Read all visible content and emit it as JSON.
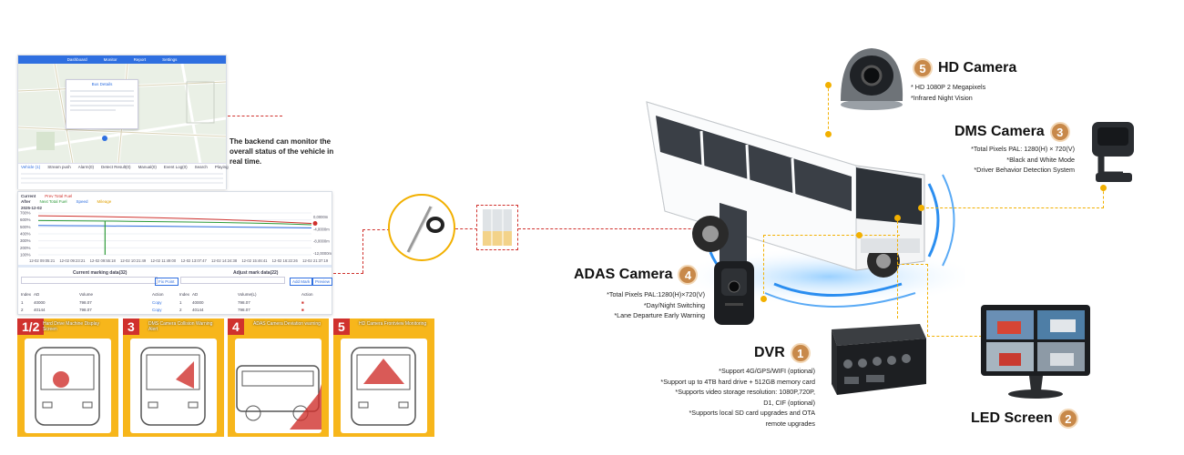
{
  "backend_note": "The backend can monitor the overall status of the vehicle in real time.",
  "map_panel": {
    "tabs": [
      "Dashboard",
      "Monitor",
      "Report",
      "Settings"
    ],
    "popup_title": "Bus Details",
    "table_tabs": [
      "Vehicle (1)",
      "Stream push",
      "Alarm(0)",
      "Detect Result(0)",
      "Manual(0)",
      "Event Log(0)"
    ],
    "table_actions": [
      "Search",
      "Playing"
    ]
  },
  "chart_panel": {
    "legend_current": "Current",
    "legend_after": "After",
    "date": "2025-12-02",
    "series_labels": [
      "Prev Total Fuel",
      "Next Total Fuel",
      "Speed",
      "Mileage"
    ],
    "left_section": "Current marking data(32)",
    "right_section": "Adjust mark data(22)",
    "left_buttons": [
      "Fix Point"
    ],
    "right_buttons": [
      "Add Mark",
      "Preview"
    ],
    "columns_left": [
      "Index",
      "AD",
      "Volume",
      "Action"
    ],
    "columns_right": [
      "Index",
      "AD",
      "Volume(L)",
      "Action"
    ],
    "rows": [
      {
        "index": "1",
        "ad": "40000",
        "volume": "798.07",
        "action": "Copy"
      },
      {
        "index": "2",
        "ad": "40144",
        "volume": "798.07",
        "action": "Copy"
      }
    ],
    "chart_data": {
      "type": "line",
      "title": "",
      "x": [
        "12-02 09:05:21",
        "12-02 09:23:21",
        "12-02 09:55:18",
        "12-02 10:21:49",
        "12-02 11:49:00",
        "12-02 13:07:47",
        "12-02 14:24:38",
        "12-02 15:46:41",
        "12-02 16:22:26",
        "12-02 21:37:19"
      ],
      "ylim": [
        100,
        700
      ],
      "y_ticks": [
        "700%",
        "600%",
        "500%",
        "400%",
        "300%",
        "200%",
        "100%"
      ],
      "right_ticks": [
        "0,0000m",
        "-4,0000m",
        "-8,0000m",
        "-12,0000m"
      ],
      "series": [
        {
          "name": "Prev Total Fuel",
          "values": [
            660,
            655,
            648,
            640,
            630,
            618,
            605,
            590,
            570,
            550
          ]
        },
        {
          "name": "Next Total Fuel",
          "values": [
            590,
            588,
            585,
            580,
            575,
            570,
            563,
            555,
            545,
            530
          ]
        },
        {
          "name": "Speed",
          "values": [
            520,
            518,
            515,
            512,
            510,
            505,
            500,
            495,
            490,
            485
          ]
        }
      ]
    }
  },
  "tiles": [
    {
      "num": "1/2",
      "caption": "Hard Drive Machine Display Screen"
    },
    {
      "num": "3",
      "caption": "DMS Camera Collision Warning Alert"
    },
    {
      "num": "4",
      "caption": "ADAS Camera Deviation warning"
    },
    {
      "num": "5",
      "caption": "HD Camera Frontview Monitoring"
    }
  ],
  "products": {
    "hd": {
      "num": "5",
      "title": "HD Camera",
      "specs": [
        "* HD 1080P 2 Megapixels",
        "*Infrared Night Vision"
      ]
    },
    "dms": {
      "num": "3",
      "title": "DMS Camera",
      "specs": [
        "*Total Pixels PAL: 1280(H) × 720(V)",
        "*Black and White Mode",
        "*Driver Behavior Detection System"
      ]
    },
    "adas": {
      "num": "4",
      "title": "ADAS Camera",
      "specs": [
        "*Total Pixels PAL:1280(H)×720(V)",
        "*Day/Night Switching",
        "*Lane Departure Early Warning"
      ]
    },
    "dvr": {
      "num": "1",
      "title": "DVR",
      "specs": [
        "*Support 4G/GPS/WIFI (optional)",
        "*Support up to 4TB hard drive + 512GB memory card",
        "*Supports video storage resolution: 1080P,720P,",
        "D1, CIF (optional)",
        "*Supports local SD card upgrades and OTA",
        "remote upgrades"
      ]
    },
    "led": {
      "num": "2",
      "title": "LED Screen"
    }
  }
}
